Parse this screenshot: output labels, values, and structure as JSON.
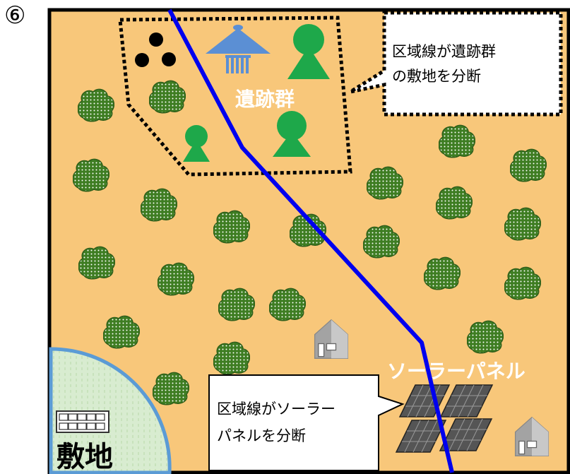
{
  "panel_number": "⑥",
  "labels": {
    "ruins": "遺跡群",
    "solar": "ソーラーパネル",
    "site": "敷地"
  },
  "callouts": {
    "ruins_line1": "区域線が遺跡群",
    "ruins_line2": "の敷地を分断",
    "solar_line1": "区域線がソーラー",
    "solar_line2": "パネルを分断"
  },
  "colors": {
    "ground": "#f8c77a",
    "boundary_line": "#0000ee",
    "tree": "#3e7d22",
    "ruins_green": "#1ea84a",
    "ruins_blue": "#5b8fd4",
    "site_area": "#d8ecd0",
    "site_border": "#5b9bd5",
    "panel": "#555555",
    "house": "#9e9e9e"
  },
  "icons": [
    "tree-icon",
    "burial-mound-icon",
    "pit-dwelling-icon",
    "house-icon",
    "solar-panel-icon",
    "building-icon"
  ]
}
